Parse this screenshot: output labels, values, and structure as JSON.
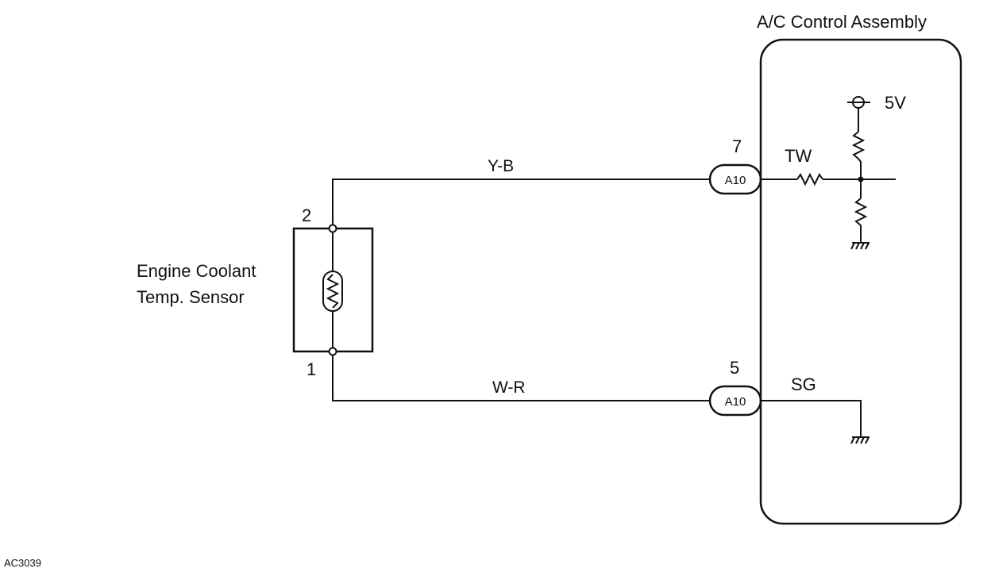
{
  "assembly": {
    "title": "A/C Control Assembly"
  },
  "sensor": {
    "name_line1": "Engine Coolant",
    "name_line2": "Temp. Sensor",
    "pin_top": "2",
    "pin_bottom": "1"
  },
  "wires": {
    "upper": {
      "color_code": "Y-B",
      "connector": "A10",
      "pin": "7",
      "terminal": "TW"
    },
    "lower": {
      "color_code": "W-R",
      "connector": "A10",
      "pin": "5",
      "terminal": "SG"
    }
  },
  "supply": {
    "label": "5V"
  },
  "figure_id": "AC3039"
}
